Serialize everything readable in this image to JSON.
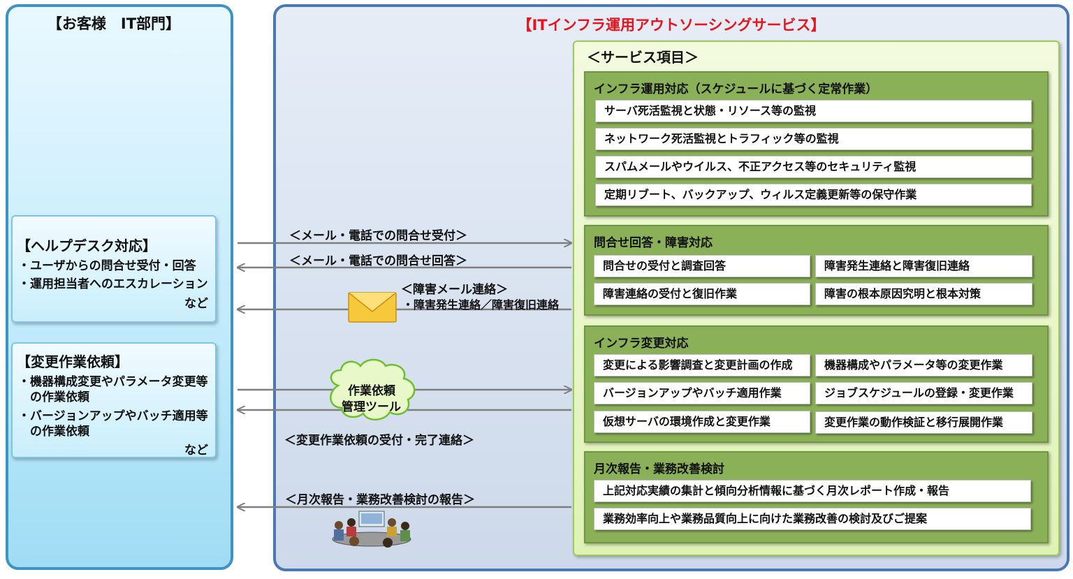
{
  "customer": {
    "title": "【お客様　IT部門】",
    "helpdesk": {
      "title": "【ヘルプデスク対応】",
      "lines": [
        "・ユーザからの問合せ受付・回答",
        "・運用担当者へのエスカレーション"
      ],
      "etc": "など"
    },
    "change": {
      "title": "【変更作業依頼】",
      "lines": [
        "・機器構成変更やパラメータ変更等",
        "　の作業依頼",
        "・バージョンアップやバッチ適用等",
        "　の作業依頼"
      ],
      "etc": "など"
    }
  },
  "service": {
    "title": "【ITインフラ運用アウトソーシングサービス】",
    "items_title": "＜サービス項目＞",
    "sections": [
      {
        "title": "インフラ運用対応（スケジュールに基づく定常作業）",
        "items": [
          "サーバ死活監視と状態・リソース等の監視",
          "ネットワーク死活監視とトラフィック等の監視",
          "スパムメールやウイルス、不正アクセス等のセキュリティ監視",
          "定期リブート、バックアップ、ウィルス定義更新等の保守作業"
        ]
      },
      {
        "title": "問合せ回答・障害対応",
        "items": [
          "問合せの受付と調査回答",
          "障害発生連絡と障害復旧連絡",
          "障害連絡の受付と復旧作業",
          "障害の根本原因究明と根本対策"
        ]
      },
      {
        "title": "インフラ変更対応",
        "items": [
          "変更による影響調査と変更計画の作成",
          "機器構成やパラメータ等の変更作業",
          "バージョンアップやバッチ適用作業",
          "ジョブスケジュールの登録・変更作業",
          "仮想サーバの環境作成と変更作業",
          "変更作業の動作検証と移行展開作業"
        ]
      },
      {
        "title": "月次報告・業務改善検討",
        "items": [
          "上記対応実績の集計と傾向分析情報に基づく月次レポート作成・報告",
          "業務効率向上や業務品質向上に向けた業務改善の検討及びご提案"
        ]
      }
    ]
  },
  "flows": {
    "inquiry_receive": "＜メール・電話での問合せ受付＞",
    "inquiry_answer": "＜メール・電話での問合せ回答＞",
    "fault_mail_title": "＜障害メール連絡＞",
    "fault_mail_detail": "・障害発生連絡／障害復旧連絡",
    "tool_line1": "作業依頼",
    "tool_line2": "管理ツール",
    "change_ack": "＜変更作業依頼の受付・完了連絡＞",
    "monthly_report": "＜月次報告・業務改善検討の報告＞"
  },
  "icons": {
    "mail": "envelope-icon",
    "cloud": "cloud-icon",
    "meeting": "meeting-icon"
  },
  "colors": {
    "service_title": "#e8141b",
    "customer_border": "#3d93c4",
    "service_border": "#4a78b5",
    "section_green": "#8bb158"
  }
}
